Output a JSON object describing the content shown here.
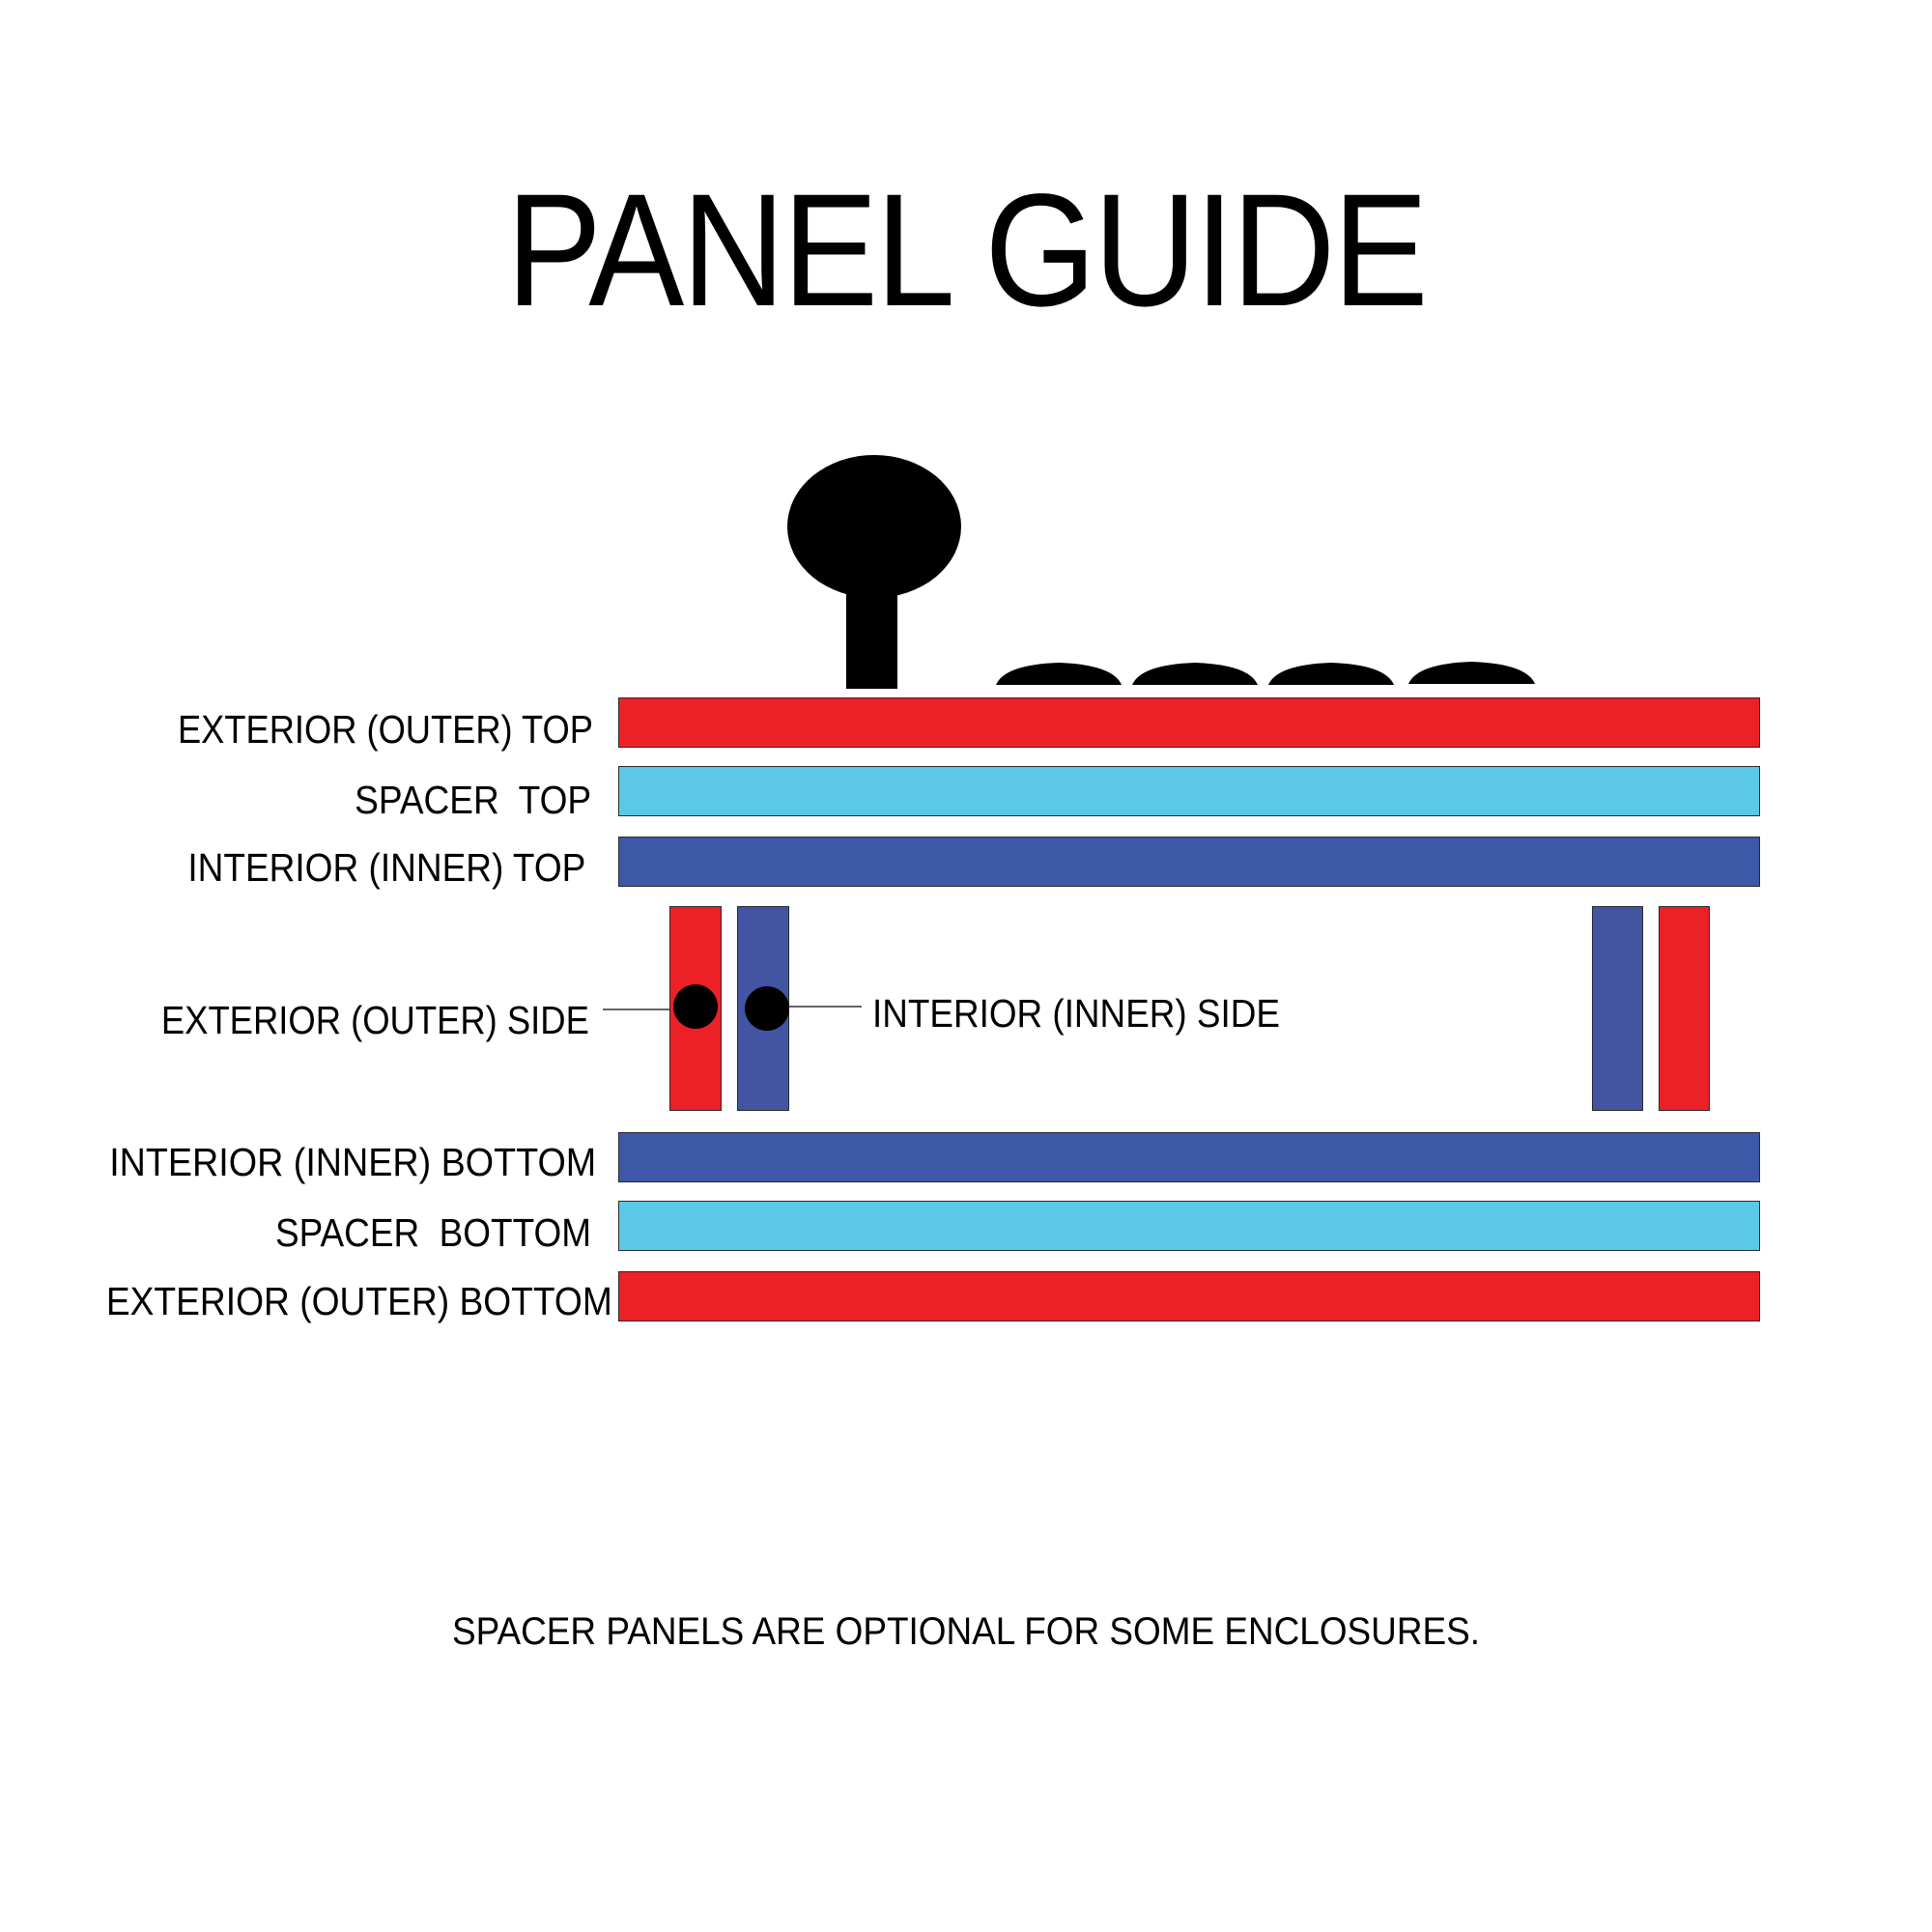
{
  "title": "PANEL GUIDE",
  "colors": {
    "exterior": "#ec2027",
    "spacer": "#5bc8e6",
    "interior": "#3d58a6",
    "interior_side": "#4354a3",
    "outline": "#2a2a2a",
    "black": "#000000"
  },
  "layers": [
    {
      "id": "exterior-top",
      "label": "EXTERIOR (OUTER) TOP",
      "type": "exterior"
    },
    {
      "id": "spacer-top",
      "label": "SPACER  TOP",
      "type": "spacer"
    },
    {
      "id": "interior-top",
      "label": "INTERIOR (INNER) TOP",
      "type": "interior"
    },
    {
      "id": "interior-bottom",
      "label": "INTERIOR (INNER) BOTTOM",
      "type": "interior"
    },
    {
      "id": "spacer-bottom",
      "label": "SPACER  BOTTOM",
      "type": "spacer"
    },
    {
      "id": "exterior-bottom",
      "label": "EXTERIOR (OUTER) BOTTOM",
      "type": "exterior"
    }
  ],
  "side_labels": {
    "exterior_side": "EXTERIOR (OUTER) SIDE",
    "interior_side": "INTERIOR (INNER) SIDE"
  },
  "components": {
    "joystick": "joystick",
    "buttons": [
      "button-1",
      "button-2",
      "button-3",
      "button-4"
    ]
  },
  "footer": "SPACER PANELS ARE OPTIONAL FOR SOME ENCLOSURES."
}
